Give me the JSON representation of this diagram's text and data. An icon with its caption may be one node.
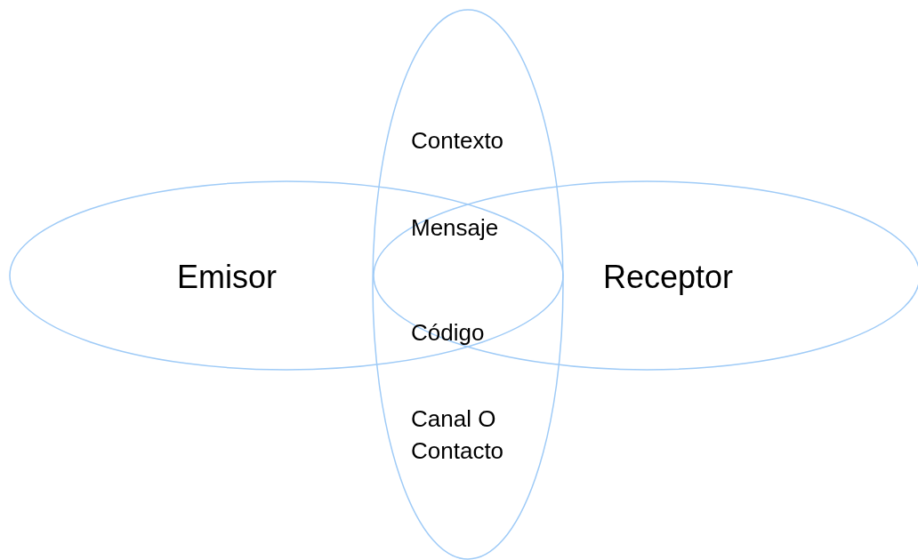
{
  "diagram": {
    "nodes": [
      {
        "text": [
          "Emisor"
        ]
      },
      {
        "text": [
          "Contexto",
          "Canal O Contacto"
        ]
      },
      {
        "text": [
          "Receptor"
        ]
      }
    ],
    "labels": [
      "Mensaje",
      "Código"
    ]
  }
}
